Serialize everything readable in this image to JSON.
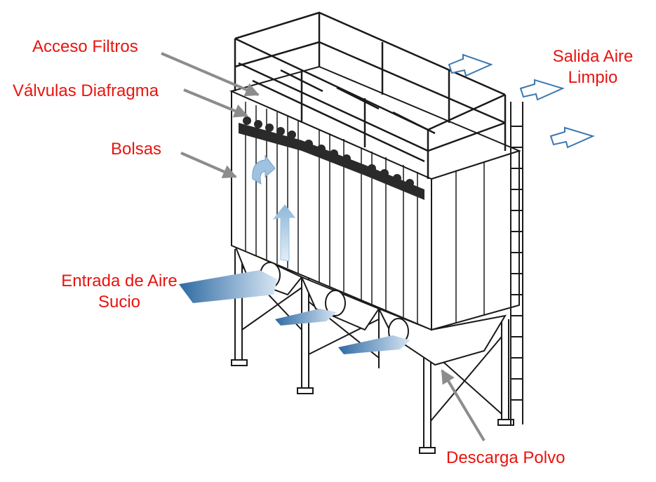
{
  "labels": {
    "acceso_filtros": "Acceso Filtros",
    "valvulas_diafragma": "Válvulas Diafragma",
    "bolsas": "Bolsas",
    "entrada_line1": "Entrada de Aire",
    "entrada_line2": "Sucio",
    "salida_line1": "Salida Aire",
    "salida_line2": "Limpio",
    "descarga_polvo": "Descarga Polvo"
  },
  "colors": {
    "label_text": "#e8140f",
    "pointer_arrow": "#8c8c8c",
    "air_flow": "#3a78b0",
    "structure_line": "#1a1a1a"
  },
  "icons": {
    "pointer": "gray-pointer-arrow-icon",
    "dirty_air": "dirty-air-inlet-arrow-icon",
    "clean_air": "clean-air-outlet-arrow-icon",
    "upflow": "upward-airflow-arrow-icon"
  }
}
